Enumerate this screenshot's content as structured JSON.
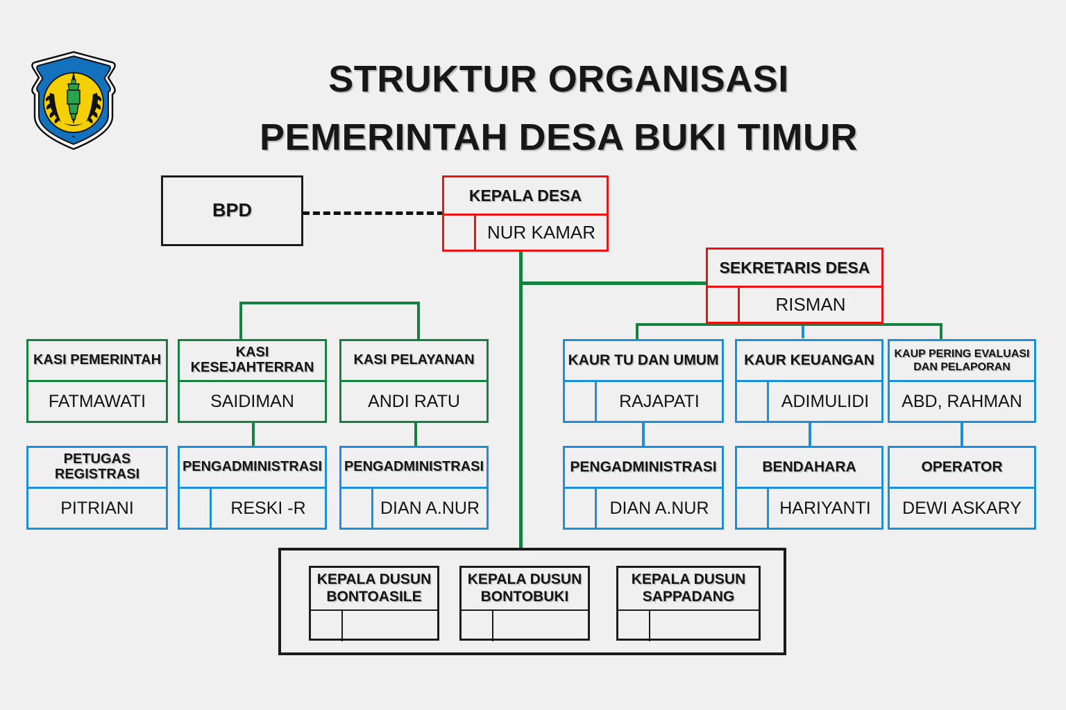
{
  "header": {
    "logo_name": "kabupaten-emblem-logo",
    "title_line1": "STRUKTUR ORGANISASI",
    "title_line2": "PEMERINTAH DESA BUKI TIMUR"
  },
  "colors": {
    "background": "#f0f0f0",
    "red": "#ee1111",
    "green": "#13813f",
    "blue": "#1a90db",
    "black": "#1b1b1b",
    "text": "#141414"
  },
  "nodes": {
    "bpd": {
      "role": "BPD",
      "name": ""
    },
    "kepala_desa": {
      "role": "KEPALA DESA",
      "name": "NUR KAMAR"
    },
    "sekretaris": {
      "role": "SEKRETARIS DESA",
      "name": "RISMAN"
    },
    "kasi_pemerintah": {
      "role": "KASI PEMERINTAH",
      "name": "FATMAWATI"
    },
    "kasi_kesejahteraan": {
      "role": "KASI KESEJAHTERRAN",
      "name": "SAIDIMAN"
    },
    "kasi_pelayanan": {
      "role": "KASI PELAYANAN",
      "name": "ANDI RATU"
    },
    "petugas_registrasi": {
      "role": "PETUGAS REGISTRASI",
      "name": "PITRIANI"
    },
    "pengadministrasi_1": {
      "role": "PENGADMINISTRASI",
      "name": "RESKI -R"
    },
    "pengadministrasi_2": {
      "role": "PENGADMINISTRASI",
      "name": "DIAN A.NUR"
    },
    "kaur_tu": {
      "role": "KAUR TU DAN UMUM",
      "name": "RAJAPATI"
    },
    "kaur_keuangan": {
      "role": "KAUR KEUANGAN",
      "name": "ADIMULIDI"
    },
    "kaup_pering": {
      "role_line1": "KAUP PERING  EVALUASI",
      "role_line2": "DAN PELAPORAN",
      "name": "ABD, RAHMAN"
    },
    "pengadministrasi_3": {
      "role": "PENGADMINISTRASI",
      "name": "DIAN A.NUR"
    },
    "bendahara": {
      "role": "BENDAHARA",
      "name": "HARIYANTI"
    },
    "operator": {
      "role": "OPERATOR",
      "name": "DEWI ASKARY"
    },
    "dusun_bontoasile": {
      "role_line1": "KEPALA DUSUN",
      "role_line2": "BONTOASILE",
      "name": ""
    },
    "dusun_bontobuki": {
      "role_line1": "KEPALA DUSUN",
      "role_line2": "BONTOBUKI",
      "name": ""
    },
    "dusun_sappadang": {
      "role_line1": "KEPALA DUSUN",
      "role_line2": "SAPPADANG",
      "name": ""
    }
  }
}
